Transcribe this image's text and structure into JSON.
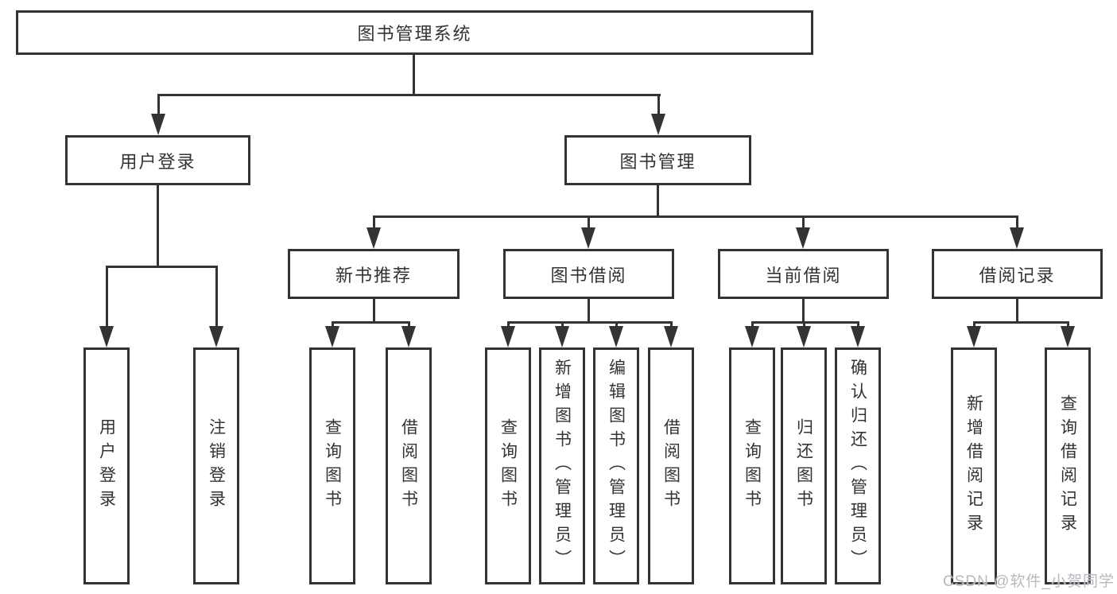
{
  "diagram_title": "图书管理系统",
  "tree": {
    "root": "图书管理系统",
    "branches": [
      {
        "label": "用户登录",
        "children": [
          {
            "label": "用户登录"
          },
          {
            "label": "注销登录"
          }
        ]
      },
      {
        "label": "图书管理",
        "children": [
          {
            "label": "新书推荐",
            "children": [
              {
                "label": "查询图书"
              },
              {
                "label": "借阅图书"
              }
            ]
          },
          {
            "label": "图书借阅",
            "children": [
              {
                "label": "查询图书"
              },
              {
                "label": "新增图书（管理员）"
              },
              {
                "label": "编辑图书（管理员）"
              },
              {
                "label": "借阅图书"
              }
            ]
          },
          {
            "label": "当前借阅",
            "children": [
              {
                "label": "查询图书"
              },
              {
                "label": "归还图书"
              },
              {
                "label": "确认归还（管理员）"
              }
            ]
          },
          {
            "label": "借阅记录",
            "children": [
              {
                "label": "新增借阅记录"
              },
              {
                "label": "查询借阅记录"
              }
            ]
          }
        ]
      }
    ]
  },
  "watermark": {
    "text": "CSDN @软件_小贺同学"
  },
  "colors": {
    "line": "#333333",
    "text": "#333333",
    "watermark": "#b5bac0",
    "background": "#ffffff"
  }
}
